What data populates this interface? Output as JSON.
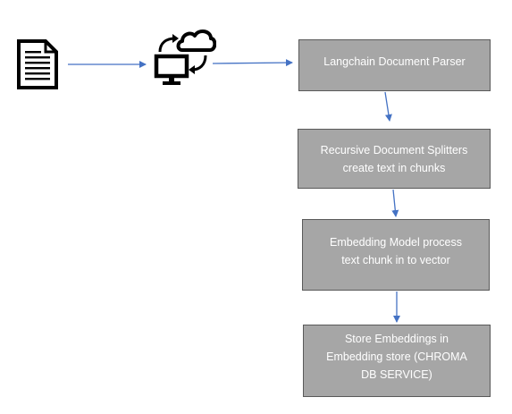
{
  "diagram": {
    "nodes": [
      {
        "id": "parser",
        "label": "Langchain Document Parser"
      },
      {
        "id": "splitter",
        "label": "Recursive Document Splitters\ncreate text in chunks"
      },
      {
        "id": "embedding",
        "label": "Embedding Model process\ntext chunk in to vector"
      },
      {
        "id": "store",
        "label": "Store Embeddings in\nEmbedding store (CHROMA\nDB SERVICE)"
      }
    ],
    "icons": [
      "document-icon",
      "computer-cloud-sync-icon"
    ],
    "colors": {
      "box_fill": "#a6a6a6",
      "box_border": "#595959",
      "box_text": "#ffffff",
      "arrow": "#4472c4",
      "icon": "#000000"
    }
  }
}
